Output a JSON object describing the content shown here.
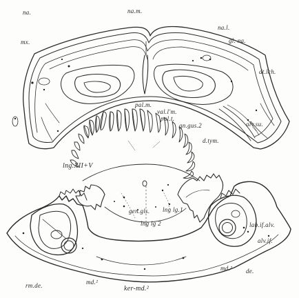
{
  "figure": {
    "background": "#fdfdfb",
    "ink": "#2a2a2a",
    "labels": {
      "na": "na.",
      "na_m": "na.m.",
      "mx": "mx.",
      "na_l": "na.l.",
      "gl_na": "gl. na.",
      "dt_lch": "dt.lch.",
      "pal_m": "pal.m.",
      "val_l_m": "val.l'm.",
      "pal_t": "pal.t.",
      "gn_gus_2": "gn.gus.2",
      "alv_su": "alv.su.",
      "d_tym": "d.tym.",
      "lng_xii": "lng.XII+V",
      "gen_gls": "gen.gls.",
      "lng_lg_1": "lng lg.1",
      "lng_lg_2": "lng lg 2",
      "lab_if_alv": "lab.if.alv.",
      "alv_if": "alv.if.",
      "md2_right": "md.²",
      "de_right": "de.",
      "rm_de": "rm.de.",
      "md2_left": "md.²",
      "ker_md2": "ker-md.²"
    }
  }
}
